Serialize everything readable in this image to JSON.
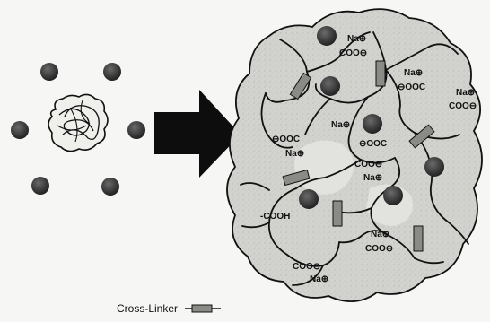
{
  "labels": {
    "na_ion": "Na⊕",
    "carboxylate": "COO⊖",
    "carboxylate_rev": "⊖OOC",
    "carboxylic_acid": "-COOH",
    "legend_cross_linker": "Cross-Linker"
  },
  "colors": {
    "ion": "#3a3a3a",
    "swollen_gel_fill": "#cfcfcb",
    "chain": "#111111",
    "cross_linker": "#8a8a86",
    "arrow": "#0d0d0d"
  }
}
